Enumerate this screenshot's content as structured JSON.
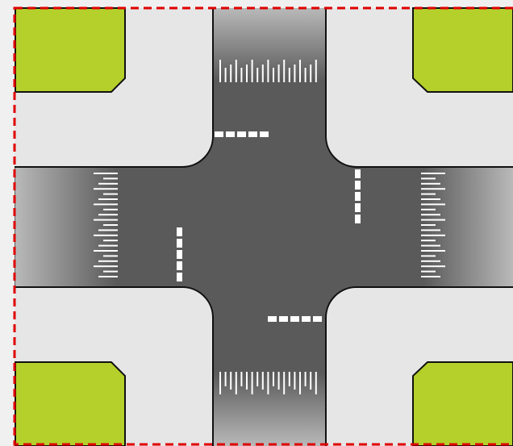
{
  "scene": {
    "type": "intersection-topdown",
    "colors": {
      "background": "#f0f0f0",
      "sidewalk": "#e6e6e6",
      "grass": "#b5cf2b",
      "road": "#5a5a5a",
      "road_fade": "#b9b9b9",
      "curb": "#111111",
      "marking": "#ffffff",
      "boundary": "#e00000"
    },
    "boundary_style": "dashed",
    "arms": [
      "north",
      "south",
      "east",
      "west"
    ],
    "stop_lines": [
      "north-approach",
      "south-approach",
      "east-approach",
      "west-approach"
    ],
    "crosswalks": [
      "north",
      "south",
      "east",
      "west"
    ],
    "lanes_per_approach": 1
  }
}
